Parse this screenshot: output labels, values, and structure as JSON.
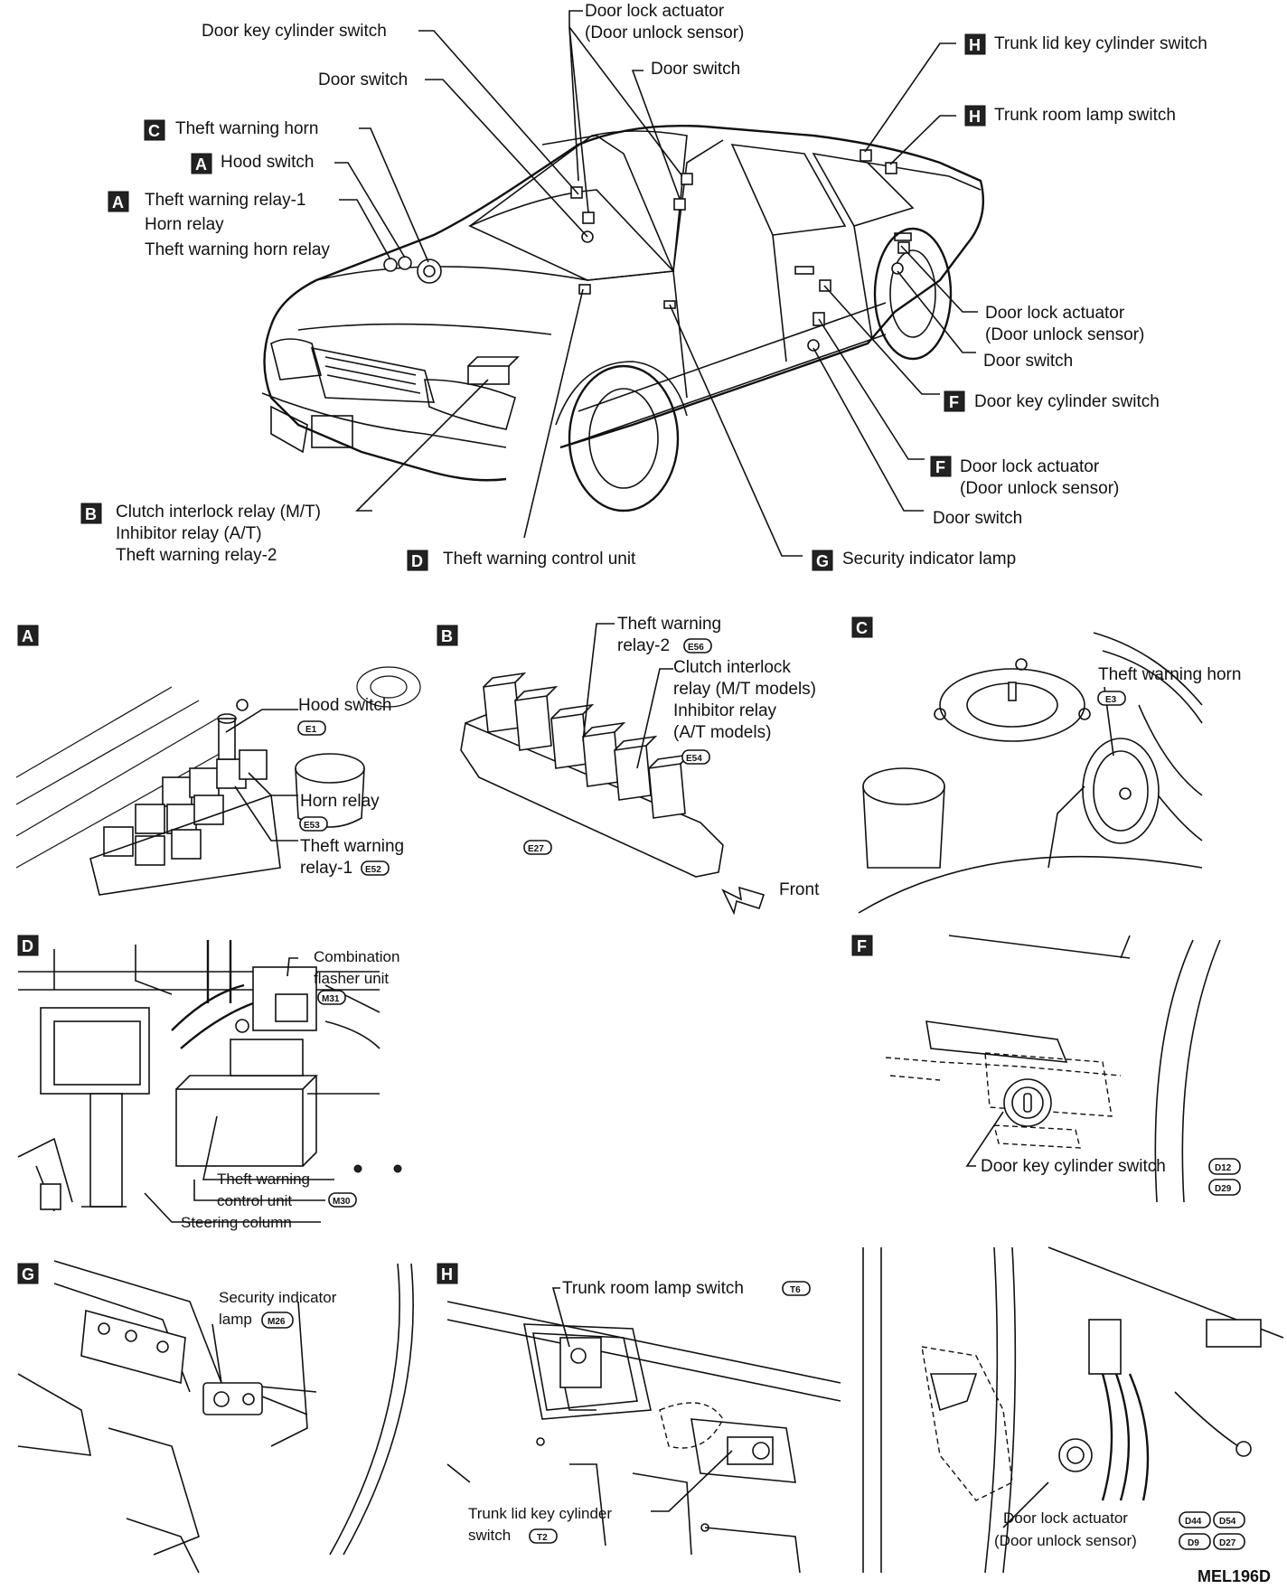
{
  "badges": {
    "A": "A",
    "B": "B",
    "C": "C",
    "D": "D",
    "F": "F",
    "G": "G",
    "H": "H"
  },
  "overview": {
    "door_key_cylinder_switch": "Door key cylinder switch",
    "door_lock_actuator": "Door lock actuator",
    "door_unlock_sensor": "(Door unlock sensor)",
    "door_switch": "Door switch",
    "trunk_lid_key_cylinder_switch": "Trunk lid key cylinder switch",
    "trunk_room_lamp_switch": "Trunk room lamp switch",
    "theft_warning_horn": "Theft warning horn",
    "hood_switch": "Hood switch",
    "theft_warning_relay_1": "Theft warning relay-1",
    "horn_relay": "Horn relay",
    "theft_warning_horn_relay": "Theft warning horn relay",
    "clutch_interlock_relay_mt": "Clutch interlock relay (M/T)",
    "inhibitor_relay_at": "Inhibitor relay (A/T)",
    "theft_warning_relay_2": "Theft warning relay-2",
    "theft_warning_control_unit": "Theft warning control unit",
    "security_indicator_lamp": "Security indicator lamp"
  },
  "detail_a": {
    "hood_switch": "Hood switch",
    "horn_relay": "Horn relay",
    "theft_warning": "Theft warning",
    "relay_1": "relay-1",
    "conn_e1": "E1",
    "conn_e53": "E53",
    "conn_e52": "E52"
  },
  "detail_b": {
    "theft_warning": "Theft warning",
    "relay_2": "relay-2",
    "clutch_interlock": "Clutch interlock",
    "relay_mt_models": "relay (M/T models)",
    "inhibitor_relay": "Inhibitor relay",
    "at_models": "(A/T models)",
    "front": "Front",
    "conn_e56": "E56",
    "conn_e54": "E54",
    "conn_e27": "E27"
  },
  "detail_c": {
    "theft_warning_horn": "Theft warning horn",
    "conn_e3": "E3"
  },
  "detail_d": {
    "combination": "Combination",
    "flasher_unit": "flasher unit",
    "theft_warning": "Theft warning",
    "control_unit": "control unit",
    "steering_column": "Steering column",
    "conn_m31": "M31",
    "conn_m30": "M30"
  },
  "detail_f": {
    "door_key_cylinder_switch": "Door key cylinder switch",
    "conn_d12": "D12",
    "conn_d29": "D29"
  },
  "detail_g": {
    "security_indicator": "Security indicator",
    "lamp": "lamp",
    "conn_m26": "M26"
  },
  "detail_h": {
    "trunk_room_lamp_switch": "Trunk room lamp switch",
    "trunk_lid_key_cylinder": "Trunk lid key cylinder",
    "switch": "switch",
    "conn_t6": "T6",
    "conn_t2": "T2"
  },
  "detail_door": {
    "door_lock_actuator": "Door lock actuator",
    "door_unlock_sensor": "(Door unlock sensor)",
    "conn_d44": "D44",
    "conn_d54": "D54",
    "conn_d9": "D9",
    "conn_d27": "D27"
  },
  "figure_code": "MEL196D"
}
